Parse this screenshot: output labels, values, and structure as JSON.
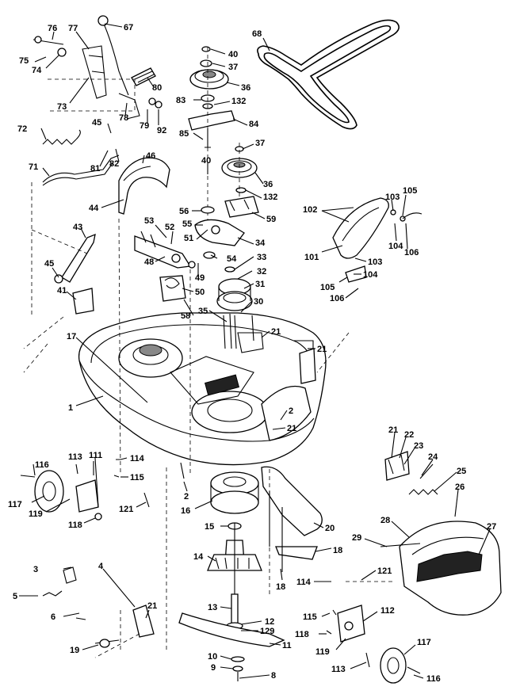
{
  "diagram": {
    "callouts": [
      {
        "id": "c76",
        "label": "76"
      },
      {
        "id": "c77",
        "label": "77"
      },
      {
        "id": "c67",
        "label": "67"
      },
      {
        "id": "c75",
        "label": "75"
      },
      {
        "id": "c74",
        "label": "74"
      },
      {
        "id": "c80",
        "label": "80"
      },
      {
        "id": "c73",
        "label": "73"
      },
      {
        "id": "c78",
        "label": "78"
      },
      {
        "id": "c79",
        "label": "79"
      },
      {
        "id": "c92",
        "label": "92"
      },
      {
        "id": "c72",
        "label": "72"
      },
      {
        "id": "c45a",
        "label": "45"
      },
      {
        "id": "c81",
        "label": "81"
      },
      {
        "id": "c82",
        "label": "82"
      },
      {
        "id": "c46",
        "label": "46"
      },
      {
        "id": "c71",
        "label": "71"
      },
      {
        "id": "c44",
        "label": "44"
      },
      {
        "id": "c68",
        "label": "68"
      },
      {
        "id": "c40a",
        "label": "40"
      },
      {
        "id": "c37a",
        "label": "37"
      },
      {
        "id": "c36a",
        "label": "36"
      },
      {
        "id": "c83",
        "label": "83"
      },
      {
        "id": "c132a",
        "label": "132"
      },
      {
        "id": "c84",
        "label": "84"
      },
      {
        "id": "c85",
        "label": "85"
      },
      {
        "id": "c37b",
        "label": "37"
      },
      {
        "id": "c40b",
        "label": "40"
      },
      {
        "id": "c36b",
        "label": "36"
      },
      {
        "id": "c132b",
        "label": "132"
      },
      {
        "id": "c56",
        "label": "56"
      },
      {
        "id": "c59",
        "label": "59"
      },
      {
        "id": "c55",
        "label": "55"
      },
      {
        "id": "c53",
        "label": "53"
      },
      {
        "id": "c52",
        "label": "52"
      },
      {
        "id": "c51",
        "label": "51"
      },
      {
        "id": "c34",
        "label": "34"
      },
      {
        "id": "c48",
        "label": "48"
      },
      {
        "id": "c54",
        "label": "54"
      },
      {
        "id": "c33",
        "label": "33"
      },
      {
        "id": "c32",
        "label": "32"
      },
      {
        "id": "c49",
        "label": "49"
      },
      {
        "id": "c31",
        "label": "31"
      },
      {
        "id": "c50",
        "label": "50"
      },
      {
        "id": "c43",
        "label": "43"
      },
      {
        "id": "c45b",
        "label": "45"
      },
      {
        "id": "c41",
        "label": "41"
      },
      {
        "id": "c58",
        "label": "58"
      },
      {
        "id": "c35",
        "label": "35"
      },
      {
        "id": "c30",
        "label": "30"
      },
      {
        "id": "c21a",
        "label": "21"
      },
      {
        "id": "c21b",
        "label": "21"
      },
      {
        "id": "c17",
        "label": "17"
      },
      {
        "id": "c1",
        "label": "1"
      },
      {
        "id": "c2a",
        "label": "2"
      },
      {
        "id": "c21c",
        "label": "21"
      },
      {
        "id": "c102",
        "label": "102"
      },
      {
        "id": "c103a",
        "label": "103"
      },
      {
        "id": "c105a",
        "label": "105"
      },
      {
        "id": "c104a",
        "label": "104"
      },
      {
        "id": "c106a",
        "label": "106"
      },
      {
        "id": "c101",
        "label": "101"
      },
      {
        "id": "c103b",
        "label": "103"
      },
      {
        "id": "c104b",
        "label": "104"
      },
      {
        "id": "c105b",
        "label": "105"
      },
      {
        "id": "c106b",
        "label": "106"
      },
      {
        "id": "c116a",
        "label": "116"
      },
      {
        "id": "c113a",
        "label": "113"
      },
      {
        "id": "c111",
        "label": "111"
      },
      {
        "id": "c114a",
        "label": "114"
      },
      {
        "id": "c115a",
        "label": "115"
      },
      {
        "id": "c121a",
        "label": "121"
      },
      {
        "id": "c117a",
        "label": "117"
      },
      {
        "id": "c119a",
        "label": "119"
      },
      {
        "id": "c118a",
        "label": "118"
      },
      {
        "id": "c2b",
        "label": "2"
      },
      {
        "id": "c16",
        "label": "16"
      },
      {
        "id": "c15",
        "label": "15"
      },
      {
        "id": "c14",
        "label": "14"
      },
      {
        "id": "c20",
        "label": "20"
      },
      {
        "id": "c18a",
        "label": "18"
      },
      {
        "id": "c18b",
        "label": "18"
      },
      {
        "id": "c21d",
        "label": "21"
      },
      {
        "id": "c22",
        "label": "22"
      },
      {
        "id": "c23",
        "label": "23"
      },
      {
        "id": "c24",
        "label": "24"
      },
      {
        "id": "c25",
        "label": "25"
      },
      {
        "id": "c26",
        "label": "26"
      },
      {
        "id": "c28",
        "label": "28"
      },
      {
        "id": "c29",
        "label": "29"
      },
      {
        "id": "c27",
        "label": "27"
      },
      {
        "id": "c114b",
        "label": "114"
      },
      {
        "id": "c121b",
        "label": "121"
      },
      {
        "id": "c3",
        "label": "3"
      },
      {
        "id": "c4",
        "label": "4"
      },
      {
        "id": "c5",
        "label": "5"
      },
      {
        "id": "c6",
        "label": "6"
      },
      {
        "id": "c21e",
        "label": "21"
      },
      {
        "id": "c19",
        "label": "19"
      },
      {
        "id": "c13",
        "label": "13"
      },
      {
        "id": "c12",
        "label": "12"
      },
      {
        "id": "c129",
        "label": "129"
      },
      {
        "id": "c11",
        "label": "11"
      },
      {
        "id": "c10",
        "label": "10"
      },
      {
        "id": "c9",
        "label": "9"
      },
      {
        "id": "c8",
        "label": "8"
      },
      {
        "id": "c115b",
        "label": "115"
      },
      {
        "id": "c112",
        "label": "112"
      },
      {
        "id": "c118b",
        "label": "118"
      },
      {
        "id": "c119b",
        "label": "119"
      },
      {
        "id": "c117b",
        "label": "117"
      },
      {
        "id": "c113b",
        "label": "113"
      },
      {
        "id": "c116b",
        "label": "116"
      }
    ]
  }
}
